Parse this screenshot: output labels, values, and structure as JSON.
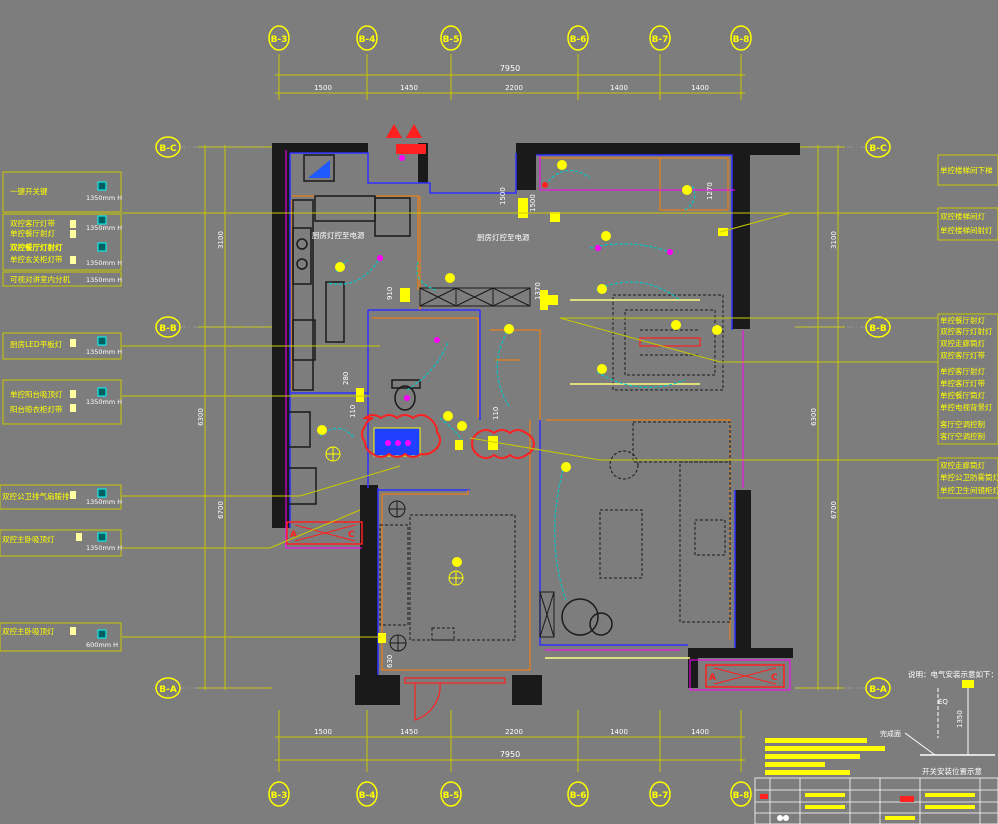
{
  "grid_axes": {
    "top": [
      "B-3",
      "B-4",
      "B-5",
      "B-6",
      "B-7",
      "B-8"
    ],
    "bottom": [
      "B-3",
      "B-4",
      "B-5",
      "B-6",
      "B-7",
      "B-8"
    ],
    "left": [
      "B-C",
      "B-B",
      "B-A"
    ],
    "right": [
      "B-C",
      "B-B",
      "B-A"
    ]
  },
  "dimensions": {
    "top_total": "7950",
    "top_segments": [
      "1500",
      "1450",
      "2200",
      "1400",
      "1400"
    ],
    "bottom_segments": [
      "1500",
      "1450",
      "2200",
      "1400",
      "1400"
    ],
    "bottom_total": "7950",
    "left_upper": "3100",
    "left_total": "6300",
    "left_lower": "6700",
    "right_upper": "3100",
    "right_total": "6300",
    "right_lower": "6700",
    "small_labels": [
      "1270",
      "1500",
      "1500",
      "910",
      "280",
      "1370",
      "630",
      "110",
      "110"
    ]
  },
  "left_notes": [
    {
      "text": "一键开关键",
      "height": "1350mm H"
    },
    {
      "text": "双控客厅灯带",
      "height": "1350mm H"
    },
    {
      "text": "单控餐厅射灯",
      "height": ""
    },
    {
      "text": "双控餐厅灯射灯",
      "height": ""
    },
    {
      "text": "单控玄关柜灯带",
      "height": "1350mm H"
    },
    {
      "text": "可视对讲室内分机",
      "height": "1350mm H"
    },
    {
      "text": "厨房LED平板灯",
      "height": "1350mm H"
    },
    {
      "text": "单控阳台吸顶灯",
      "height": "1350mm H"
    },
    {
      "text": "阳台晾衣柜灯带",
      "height": ""
    },
    {
      "text": "双控公卫排气扇暖排",
      "height": "1350mm H"
    },
    {
      "text": "双控主卧吸顶灯",
      "height": "1350mm H"
    },
    {
      "text": "双控主卧吸顶灯",
      "height": "600mm H"
    }
  ],
  "right_notes": [
    {
      "text": "单控楼梯间下梯"
    },
    {
      "text": "双控楼梯间灯"
    },
    {
      "text": "单控楼梯间射灯"
    },
    {
      "text": "单控餐厅射灯"
    },
    {
      "text": "双控客厅灯射灯"
    },
    {
      "text": "双控走廊筒灯"
    },
    {
      "text": "双控客厅灯带"
    },
    {
      "text": "单控客厅射灯"
    },
    {
      "text": "单控客厅灯带"
    },
    {
      "text": "单控餐厅筒灯"
    },
    {
      "text": "单控电视背景灯"
    },
    {
      "text": "客厅空调控制"
    },
    {
      "text": "客厅空调控制"
    },
    {
      "text": "双控走廊筒灯"
    },
    {
      "text": "单控公卫防雾筒灯"
    },
    {
      "text": "单控卫生间镜柜灯"
    }
  ],
  "room_labels": [
    "厨房灯控至电源",
    "厨房灯控至电源"
  ],
  "legend": {
    "note": "说明：电气安装示意如下：",
    "eq": "EQ",
    "finish_floor": "完成面",
    "h1350": "1350",
    "caption": "开关安装位置示意"
  },
  "colors": {
    "background": "#7d7d7d",
    "wall": "#1a1a1a",
    "dimension": "#c8c800",
    "note_line": "#c8c800",
    "circuit": "#00c8c8",
    "axis_bubble": "#ffff00",
    "outline_blue": "#3030ff",
    "outline_orange": "#ff8000",
    "outline_magenta": "#ff00ff",
    "red": "#ff2020"
  }
}
